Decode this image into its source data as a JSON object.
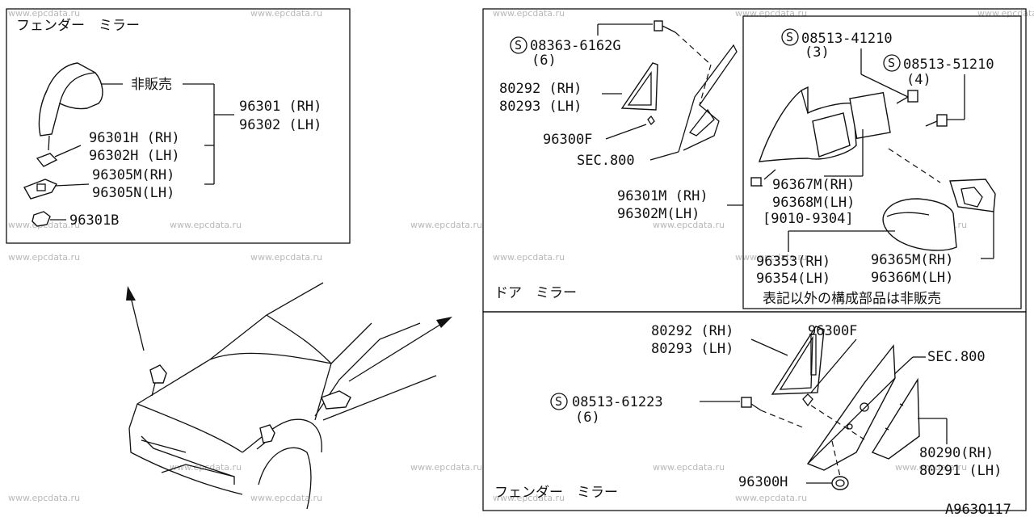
{
  "watermark": "www.epcdata.ru",
  "diagram_id": "A963O117",
  "panels": {
    "fender_mirror_top": {
      "title": "フェンダー　ミラー",
      "not_sold": "非販売",
      "labels": [
        "96301 (RH)",
        "96302 (LH)",
        "96301H (RH)",
        "96302H (LH)",
        "96305M(RH)",
        "96305N(LH)",
        "96301B"
      ]
    },
    "door_mirror": {
      "title": "ドア　ミラー",
      "labels": [
        "08363-6162G",
        "(6)",
        "80292 (RH)",
        "80293 (LH)",
        "96300F",
        "SEC.800",
        "96301M (RH)",
        "96302M(LH)"
      ]
    },
    "door_mirror_detail": {
      "labels": [
        "08513-41210",
        "(3)",
        "08513-51210",
        "(4)",
        "96367M(RH)",
        "96368M(LH)",
        "[9010-9304]",
        "96353(RH)",
        "96354(LH)",
        "96365M(RH)",
        "96366M(LH)"
      ],
      "note": "表記以外の構成部品は非販売"
    },
    "fender_mirror_bottom": {
      "title": "フェンダー　ミラー",
      "labels": [
        "80292 (RH)",
        "80293 (LH)",
        "96300F",
        "SEC.800",
        "08513-61223",
        "(6)",
        "80290(RH)",
        "80291 (LH)",
        "96300H"
      ]
    }
  },
  "symbols": {
    "standard_part": "S"
  }
}
